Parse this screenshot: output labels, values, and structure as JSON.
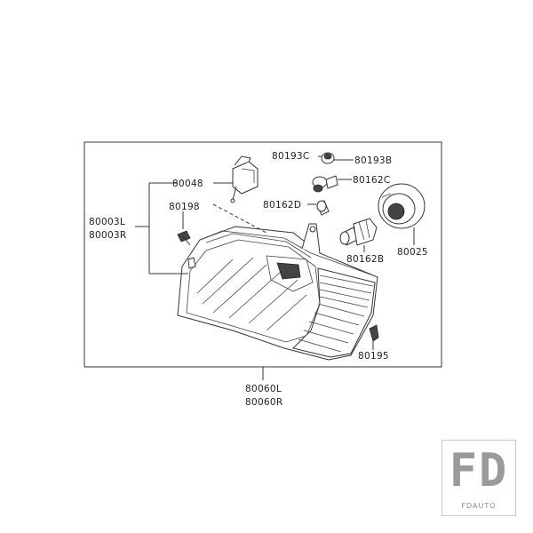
{
  "diagram": {
    "parts": {
      "p80193C": "80193C",
      "p80193B": "80193B",
      "p80162C": "80162C",
      "p80048": "80048",
      "p80198": "80198",
      "p80162D": "80162D",
      "p80003L": "80003L",
      "p80003R": "80003R",
      "p80162B": "80162B",
      "p80025": "80025",
      "p80195": "80195",
      "p80060L": "80060L",
      "p80060R": "80060R"
    }
  },
  "watermark": {
    "mark": "FD",
    "name": "FDAUTO"
  }
}
